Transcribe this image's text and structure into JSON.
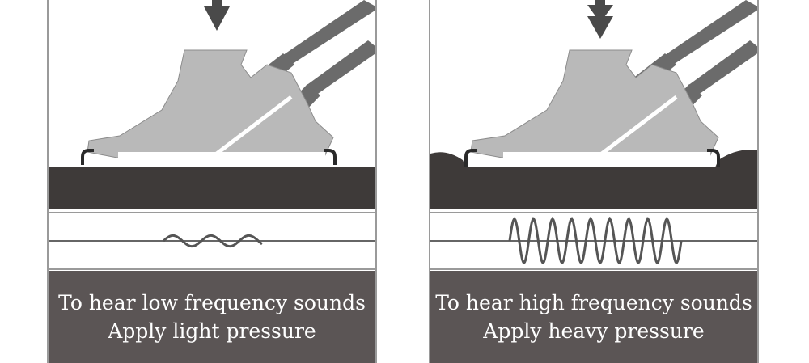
{
  "panels": [
    {
      "line1": "To hear low frequency sounds",
      "line2": "Apply light pressure",
      "wave_cycles": 2.6,
      "wave_amplitude": 0.22,
      "skin_shape": "flat"
    },
    {
      "line1": "To hear high frequency sounds",
      "line2": "Apply heavy pressure",
      "wave_cycles": 9,
      "wave_amplitude": 0.9,
      "skin_shape": "bulged"
    }
  ],
  "colors": {
    "chestpiece": "#b9b9b9",
    "tube": "#6b6b6b",
    "skin": "#3e3a39",
    "wave": "#555555",
    "arrow": "#4a4a4a"
  },
  "icons": {
    "arrow": "down-arrow-icon"
  }
}
